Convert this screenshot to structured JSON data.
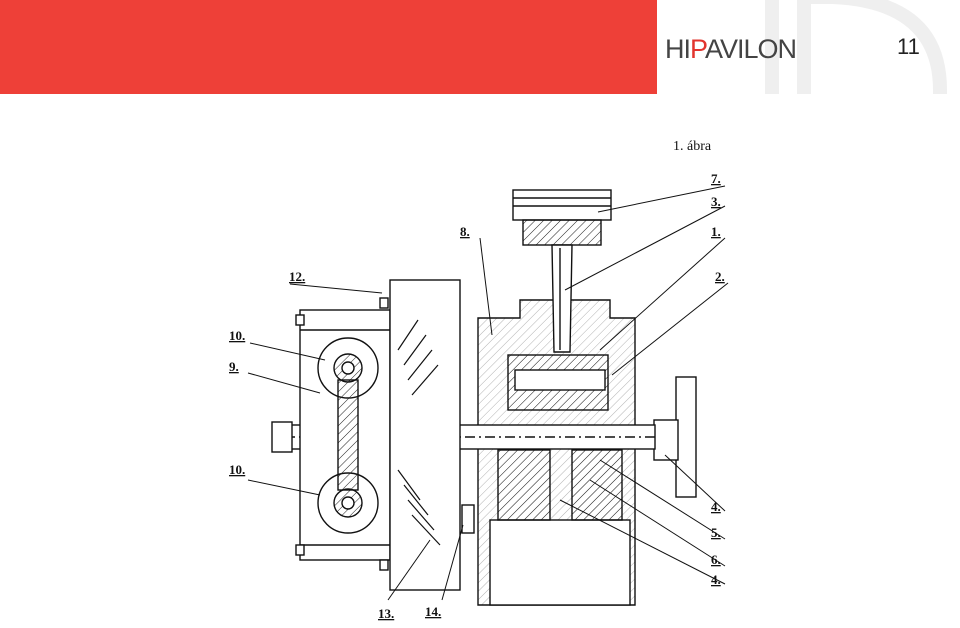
{
  "header": {
    "logo_prefix": "HI",
    "logo_accent": "P",
    "logo_suffix": "AVILON",
    "page_number": "11",
    "band_color": "#ee4038"
  },
  "figure": {
    "caption": "1. ábra",
    "callouts": [
      "7.",
      "3.",
      "1.",
      "2.",
      "8.",
      "12.",
      "10.",
      "9.",
      "10.",
      "4.",
      "5.",
      "6.",
      "4.",
      "13.",
      "14."
    ]
  }
}
